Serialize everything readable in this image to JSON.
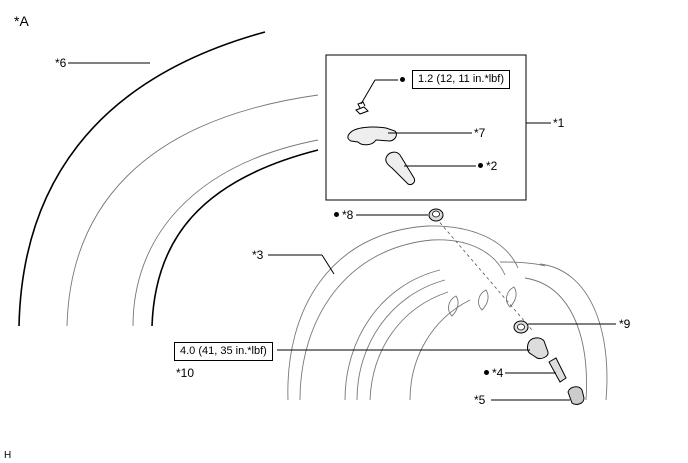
{
  "figure_id": "*A",
  "labels": {
    "l6": "*6",
    "l1": "*1",
    "l7": "*7",
    "l2": "*2",
    "l8": "*8",
    "l3": "*3",
    "l9": "*9",
    "l10": "*10",
    "l4": "*4",
    "l5": "*5"
  },
  "torque": {
    "sensor_nut": "1.2 (12, 11 in.*lbf)",
    "valve_nut": "4.0 (41, 35 in.*lbf)"
  },
  "corner_mark": "H"
}
